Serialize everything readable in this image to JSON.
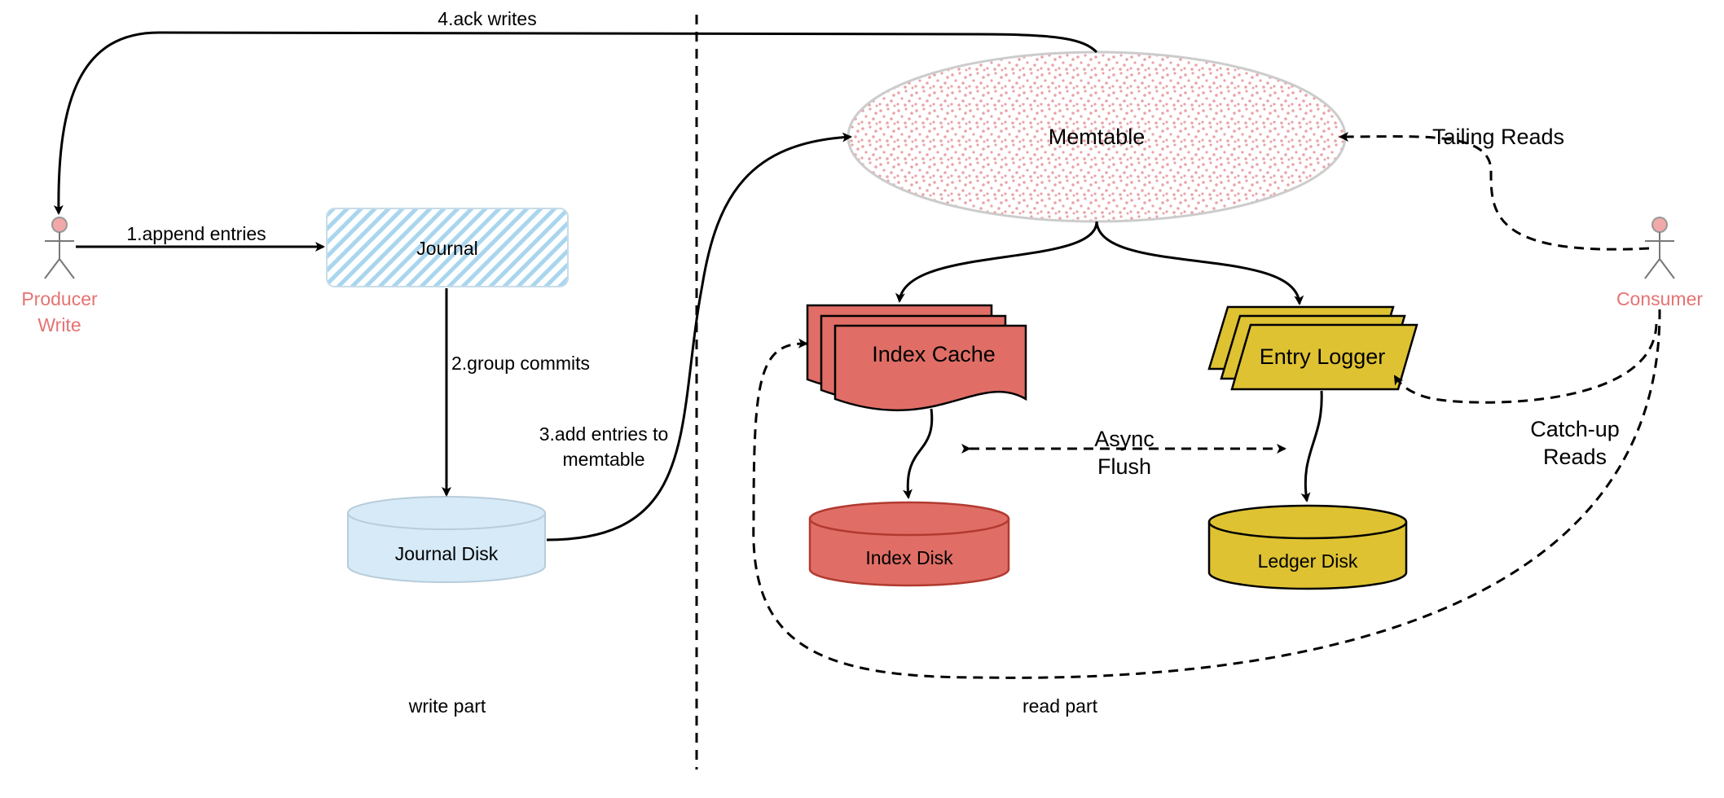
{
  "colors": {
    "actor": "#E57373",
    "journal_hatch": "#7FBFE0",
    "journal_disk": "#D6EAF8",
    "memtable_dots": "#E8A0A4",
    "index": "#E06E66",
    "entry": "#DEC232"
  },
  "actors": {
    "producer": {
      "line1": "Producer",
      "line2": "Write"
    },
    "consumer": {
      "label": "Consumer"
    }
  },
  "nodes": {
    "journal": "Journal",
    "journal_disk": "Journal Disk",
    "memtable": "Memtable",
    "index_cache": "Index Cache",
    "entry_logger": "Entry Logger",
    "index_disk": "Index Disk",
    "ledger_disk": "Ledger Disk"
  },
  "edges": {
    "append": "1.append entries",
    "group_commits": "2.group commits",
    "add_entries_line1": "3.add entries to",
    "add_entries_line2": "memtable",
    "ack_writes": "4.ack writes",
    "tailing_reads": "Tailing Reads",
    "catchup_line1": "Catch-up",
    "catchup_line2": "Reads",
    "async_line1": "Async",
    "async_line2": "Flush"
  },
  "sections": {
    "write": "write part",
    "read": "read part"
  }
}
